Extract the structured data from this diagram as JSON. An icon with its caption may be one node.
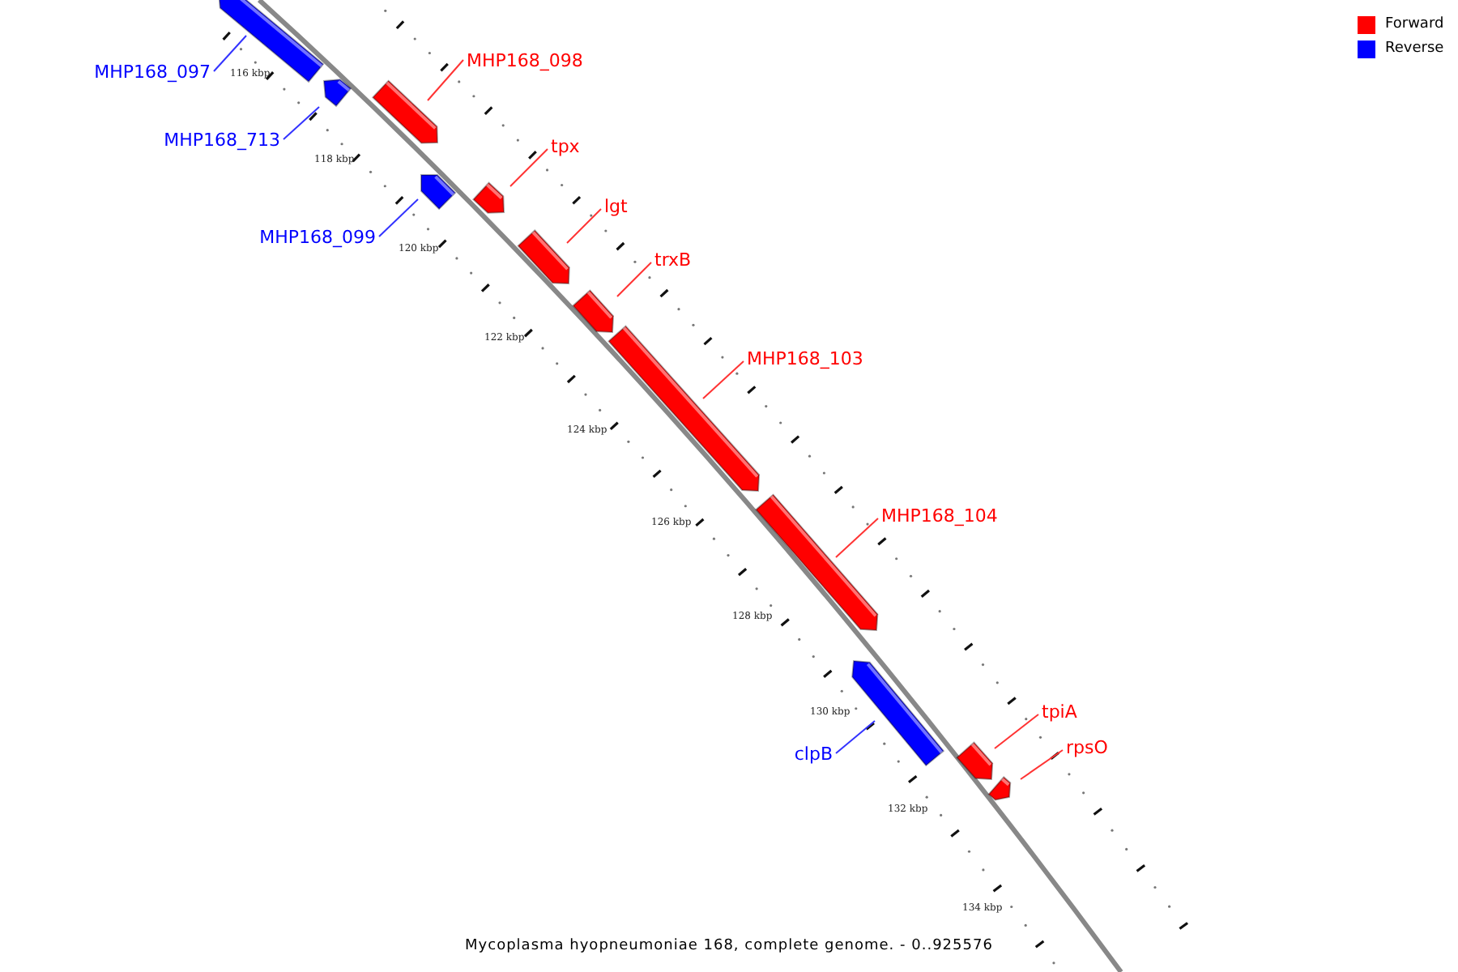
{
  "diagram": {
    "caption": "Mycoplasma hyopneumoniae 168, complete genome. - 0..925576",
    "nodes": [
      {
        "text": [
          "MHP168_097"
        ]
      },
      {
        "text": [
          "MHP168_098"
        ]
      },
      {
        "text": [
          "MHP168_713"
        ]
      },
      {
        "text": [
          "tpx"
        ]
      },
      {
        "text": [
          "MHP168_099"
        ]
      },
      {
        "text": [
          "lgt"
        ]
      },
      {
        "text": [
          "trxB"
        ]
      },
      {
        "text": [
          "MHP168_103"
        ]
      },
      {
        "text": [
          "MHP168_104"
        ]
      },
      {
        "text": [
          "clpB"
        ]
      },
      {
        "text": [
          "tpiA"
        ]
      },
      {
        "text": [
          "rpsO"
        ]
      },
      {
        "text": [],
        "shape": "bar"
      },
      {
        "text": [],
        "shape": "bar"
      },
      {
        "text": [],
        "shape": "bar"
      },
      {
        "text": [],
        "shape": "bar"
      },
      {
        "text": [],
        "shape": "bar"
      },
      {
        "text": [],
        "shape": "bar"
      },
      {
        "text": [],
        "shape": "bar"
      },
      {
        "text": [],
        "shape": "bar"
      },
      {
        "text": [],
        "shape": "bar"
      },
      {
        "text": [],
        "shape": "bar"
      },
      {
        "text": [],
        "shape": "bar"
      },
      {
        "text": [],
        "shape": "bar"
      }
    ],
    "edges": [
      {
        "from": 0,
        "to": 12,
        "arrow": "none",
        "color": "#3333ff"
      },
      {
        "from": 1,
        "to": 14,
        "arrow": "none"
      },
      {
        "from": 2,
        "to": 13,
        "arrow": "none",
        "color": "#3333ff"
      },
      {
        "from": 3,
        "to": 16,
        "arrow": "none"
      },
      {
        "from": 4,
        "to": 15,
        "arrow": "none",
        "color": "#3333ff"
      },
      {
        "from": 5,
        "to": 17,
        "arrow": "none"
      },
      {
        "from": 6,
        "to": 18,
        "arrow": "none"
      },
      {
        "from": 7,
        "to": 19,
        "arrow": "none"
      },
      {
        "from": 8,
        "to": 20,
        "arrow": "none"
      },
      {
        "from": 9,
        "to": 21,
        "arrow": "none",
        "color": "#3333ff"
      },
      {
        "from": 10,
        "to": 22,
        "arrow": "none"
      },
      {
        "from": 11,
        "to": 23,
        "arrow": "none"
      }
    ],
    "labels": [
      "116 kbp",
      "118 kbp",
      "120 kbp",
      "122 kbp",
      "124 kbp",
      "126 kbp",
      "128 kbp",
      "130 kbp",
      "132 kbp",
      "134 kbp"
    ],
    "legend": [
      {
        "text": "Forward",
        "color": "#ff0000"
      },
      {
        "text": "Reverse",
        "color": "#0000ff"
      }
    ]
  }
}
